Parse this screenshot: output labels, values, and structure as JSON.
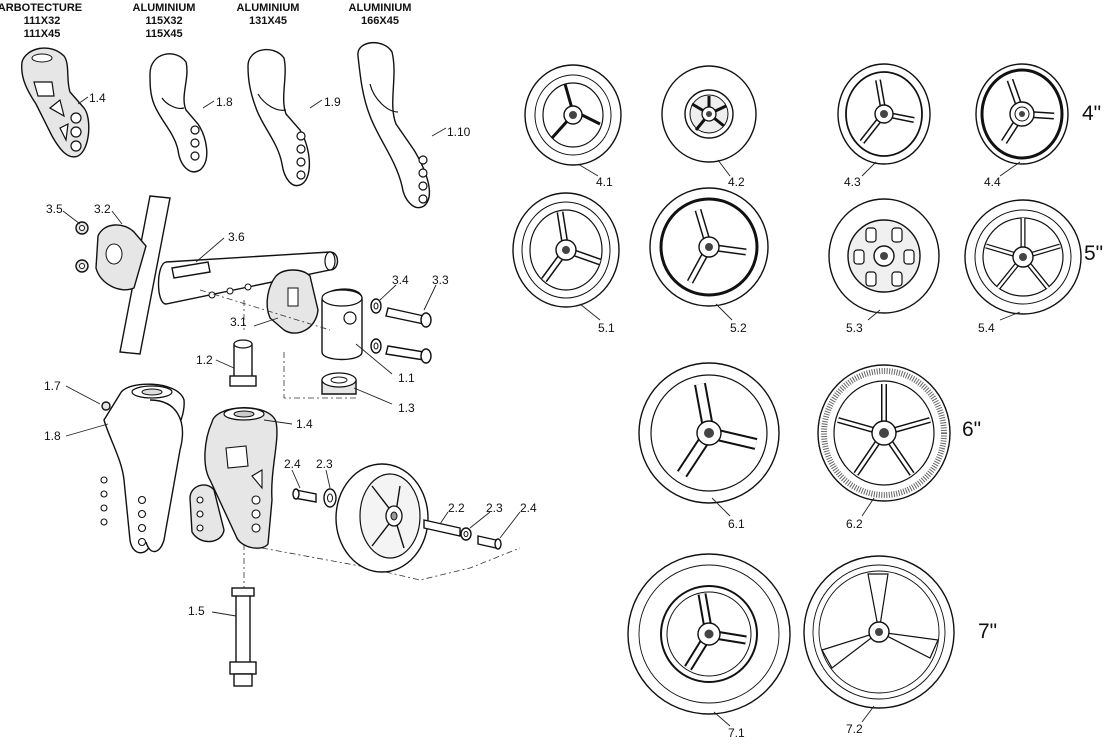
{
  "fork_headers": [
    {
      "line1": "CARBOTECTURE",
      "line2": "111X32",
      "line3": "111X45"
    },
    {
      "line1": "ALUMINIUM",
      "line2": "115X32",
      "line3": "115X45"
    },
    {
      "line1": "ALUMINIUM",
      "line2": "131X45",
      "line3": ""
    },
    {
      "line1": "ALUMINIUM",
      "line2": "166X45",
      "line3": ""
    }
  ],
  "fork_labels": [
    "1.4",
    "1.8",
    "1.9",
    "1.10"
  ],
  "assembly_labels": {
    "l35": "3.5",
    "l32": "3.2",
    "l36": "3.6",
    "l34": "3.4",
    "l33": "3.3",
    "l31": "3.1",
    "l12": "1.2",
    "l11": "1.1",
    "l13": "1.3",
    "l17": "1.7",
    "l18": "1.8",
    "l14": "1.4",
    "l24a": "2.4",
    "l23a": "2.3",
    "l22": "2.2",
    "l23b": "2.3",
    "l24b": "2.4",
    "l15": "1.5"
  },
  "wheel_labels": [
    "4.1",
    "4.2",
    "4.3",
    "4.4",
    "5.1",
    "5.2",
    "5.3",
    "5.4",
    "6.1",
    "6.2",
    "7.1",
    "7.2"
  ],
  "size_labels": [
    "4\"",
    "5\"",
    "6\"",
    "7\""
  ]
}
